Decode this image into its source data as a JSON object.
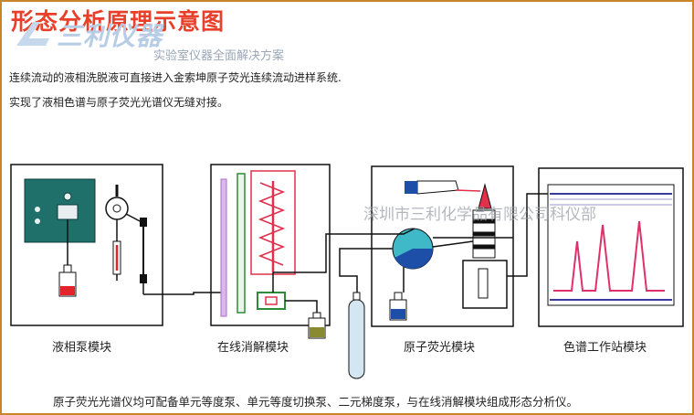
{
  "title": "形态分析原理示意图",
  "logo": {
    "brand_text": "三利仪器",
    "slogan": "实验室仪器全面解决方案"
  },
  "intro": {
    "line1": "连续流动的液相洗脱液可直接进入金索坤原子荧光连续流动进样系统.",
    "line2": "实现了液相色谱与原子荧光光谱仪无缝对接。"
  },
  "watermark": "深圳市三利化学品有限公司科仪部",
  "modules": {
    "pump": "液相泵模块",
    "digestion": "在线消解模块",
    "afs": "原子荧光模块",
    "chromatography": "色谱工作站模块"
  },
  "footer": "原子荧光光谱仪均可配备单元等度泵、单元等度切换泵、二元梯度泵，与在线消解模块组成形态分析仪。",
  "colors": {
    "title": "#e8402a",
    "frame": "#c8862a",
    "panel": "#1f6f6a",
    "pipe": "#111111",
    "heater": "#e0304a",
    "spectrum_line": "#e0306a",
    "spectrum_grid": "#3a3aa0",
    "purple_tube": "#b06ad0",
    "digest_green": "#2e8b3a",
    "afs_cyan": "#3fb8c8",
    "afs_blue": "#1e4fa8",
    "bottle_red": "#e3222a",
    "gas_cylinder": "#d4e6f2"
  }
}
